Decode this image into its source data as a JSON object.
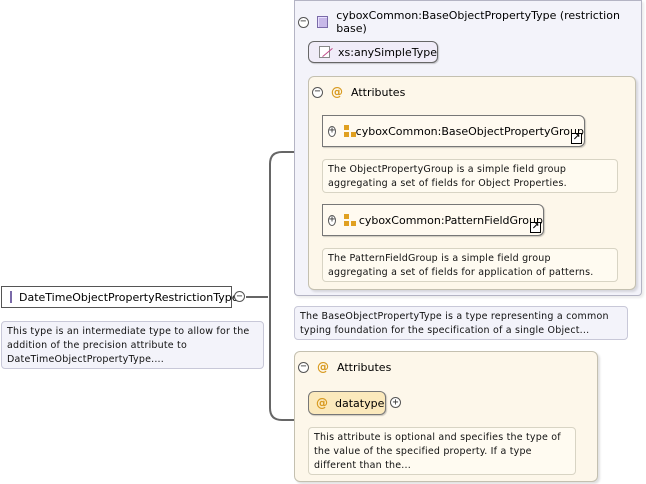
{
  "root": {
    "name": "DateTimeObjectPropertyRestrictionType",
    "doc": "This type is an intermediate type to allow for the addition of the precision attribute to DateTimeObjectPropertyType...."
  },
  "base": {
    "title": "cyboxCommon:BaseObjectPropertyType (restriction base)",
    "simple_type": "xs:anySimpleType",
    "attributes_label": "Attributes",
    "groups": [
      {
        "name": "cyboxCommon:BaseObjectPropertyGroup",
        "doc": "The ObjectPropertyGroup is a simple field group aggregating a set of fields for Object Properties."
      },
      {
        "name": "cyboxCommon:PatternFieldGroup",
        "doc": "The PatternFieldGroup is a simple field group aggregating a set of fields for application of patterns."
      }
    ],
    "doc": "The BaseObjectPropertyType is a type representing a common typing foundation for the specification of a single Object..."
  },
  "attributes": {
    "label": "Attributes",
    "item": {
      "name": "datatype",
      "doc": "This attribute is optional and specifies the type of the value of the specified property. If a type different than the..."
    }
  },
  "icons": {
    "collapse": "collapse-icon",
    "expand": "expand-icon",
    "complex_type": "complex-type-icon",
    "simple_type": "simple-type-icon",
    "attribute": "attribute-icon",
    "attribute_group": "attribute-group-icon",
    "link": "link-icon"
  }
}
